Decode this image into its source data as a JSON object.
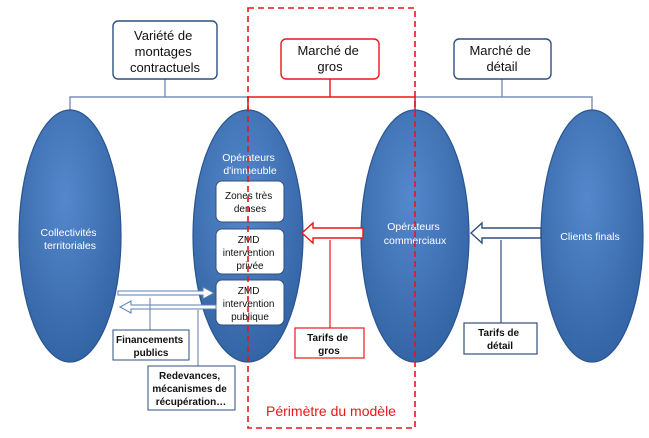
{
  "diagram": {
    "top_boxes": {
      "montages": [
        "Variété de",
        "montages",
        "contractuels"
      ],
      "gros": [
        "Marché de",
        "gros"
      ],
      "detail": [
        "Marché de",
        "détail"
      ]
    },
    "ellipses": {
      "collectivites": [
        "Collectivités",
        "territoriales"
      ],
      "operateurs_immeuble": [
        "Opérateurs",
        "d'immeuble"
      ],
      "operateurs_commerciaux": [
        "Opérateurs",
        "commerciaux"
      ],
      "clients_finals": [
        "Clients finals"
      ]
    },
    "zones": {
      "zone1": [
        "Zones très",
        "denses"
      ],
      "zone2": [
        "ZMD",
        "intervention",
        "privée"
      ],
      "zone3": [
        "ZMD",
        "intervention",
        "publique"
      ]
    },
    "labels": {
      "financements": [
        "Financements",
        "publics"
      ],
      "redevances": [
        "Redevances,",
        "mécanismes de",
        "récupération…"
      ],
      "tarifs_gros": [
        "Tarifs de",
        "gros"
      ],
      "tarifs_detail": [
        "Tarifs de",
        "détail"
      ]
    },
    "perimetre": "Périmètre du modèle",
    "colors": {
      "ellipse_fill": "#3B6FB3",
      "ellipse_stroke": "#2A558F",
      "box_stroke": "#2F4F7F",
      "red": "#E8171B",
      "line_gray": "#7A90B8"
    }
  }
}
